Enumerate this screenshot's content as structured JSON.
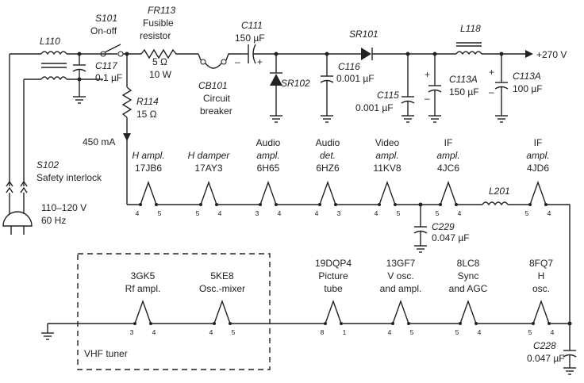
{
  "input": {
    "l110": "L110",
    "c117_name": "C117",
    "c117_val": "0.1 µF",
    "interlock_name": "S102",
    "interlock_desc": "Safety interlock",
    "mains_volts": "110–120 V",
    "mains_freq": "60 Hz"
  },
  "supply": {
    "s101_name": "S101",
    "s101_desc": "On-off",
    "fr113_name": "FR113",
    "fr113_desc1": "Fusible",
    "fr113_desc2": "resistor",
    "fr113_ohms": "5 Ω",
    "fr113_watts": "10 W",
    "cb101_name": "CB101",
    "cb101_desc1": "Circuit",
    "cb101_desc2": "breaker",
    "c111_name": "C111",
    "c111_val": "150 µF",
    "sr101": "SR101",
    "sr102": "SR102",
    "c116_name": "C116",
    "c116_val": "0.001 µF",
    "c115_name": "C115",
    "c115_val": "0.001 µF",
    "l118": "L118",
    "c113a_name": "C113A",
    "c113a_val": "150 µF",
    "c113b_name": "C113A",
    "c113b_val": "100 µF",
    "output": "+270 V",
    "r114_name": "R114",
    "r114_val": "15 Ω",
    "current": "450 mA"
  },
  "top_tubes": [
    {
      "l1": "",
      "l2": "H ampl.",
      "l3": "17JB6",
      "pin_left": "4",
      "pin_right": "5"
    },
    {
      "l1": "",
      "l2": "H damper",
      "l3": "17AY3",
      "pin_left": "5",
      "pin_right": "4"
    },
    {
      "l1": "Audio",
      "l2": "ampl.",
      "l3": "6H65",
      "pin_left": "3",
      "pin_right": "4"
    },
    {
      "l1": "Audio",
      "l2": "det.",
      "l3": "6HZ6",
      "pin_left": "4",
      "pin_right": "3"
    },
    {
      "l1": "Video",
      "l2": "ampl.",
      "l3": "11KV8",
      "pin_left": "4",
      "pin_right": "5"
    },
    {
      "l1": "IF",
      "l2": "ampl.",
      "l3": "4JC6",
      "pin_left": "5",
      "pin_right": "4"
    },
    {
      "l1": "IF",
      "l2": "ampl.",
      "l3": "4JD6",
      "pin_left": "5",
      "pin_right": "4"
    }
  ],
  "middle": {
    "l201": "L201",
    "c229_name": "C229",
    "c229_val": "0.047 µF"
  },
  "bottom_tubes": [
    {
      "l1": "",
      "l2": "3GK5",
      "l3": "Rf ampl.",
      "pin_left": "3",
      "pin_right": "4"
    },
    {
      "l1": "",
      "l2": "5KE8",
      "l3": "Osc.-mixer",
      "pin_left": "4",
      "pin_right": "5"
    },
    {
      "l1": "19DQP4",
      "l2": "Picture",
      "l3": "tube",
      "pin_left": "8",
      "pin_right": "1"
    },
    {
      "l1": "13GF7",
      "l2": "V osc.",
      "l3": "and ampl.",
      "pin_left": "4",
      "pin_right": "5"
    },
    {
      "l1": "8LC8",
      "l2": "Sync",
      "l3": "and AGC",
      "pin_left": "5",
      "pin_right": "4"
    },
    {
      "l1": "8FQ7",
      "l2": "H",
      "l3": "osc.",
      "pin_left": "5",
      "pin_right": "4"
    }
  ],
  "bottom": {
    "tuner_label": "VHF tuner",
    "c228_name": "C228",
    "c228_val": "0.047 µF"
  }
}
